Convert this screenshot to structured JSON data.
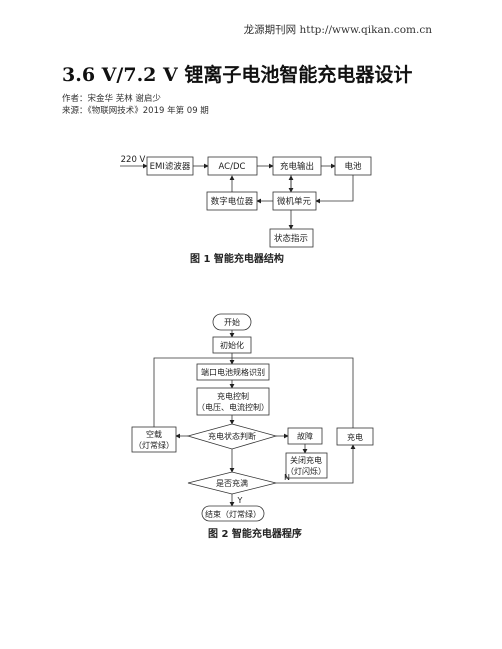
{
  "header": {
    "site": "龙源期刊网 http://www.qikan.com.cn"
  },
  "article": {
    "title": "3.6 V/7.2 V 锂离子电池智能充电器设计",
    "authors": "作者：宋金华  芜林  谢启少",
    "source": "来源：《物联网技术》2019 年第 09 期"
  },
  "figure1": {
    "input_label": "220 V",
    "boxes": {
      "emi": "EMI滤波器",
      "acdc": "AC/DC",
      "charge_out": "充电输出",
      "battery": "电池",
      "digital_pot": "数字电位器",
      "mcu": "微机单元",
      "status": "状态指示"
    },
    "caption": "图 1    智能充电器结构"
  },
  "figure2": {
    "boxes": {
      "start": "开始",
      "init": "初始化",
      "port_detect": "端口电池规格识别",
      "ctrl_1": "充电控制",
      "ctrl_2": "（电压、电流控制）",
      "state_judge": "充电状态判断",
      "fault": "故障",
      "charging": "充电",
      "idle_1": "空载",
      "idle_2": "（灯常绿）",
      "shutdown_1": "关闭充电",
      "shutdown_2": "（灯闪烁）",
      "full_check": "是否充满",
      "end": "结束（灯常绿）"
    },
    "labels": {
      "no": "N",
      "yes": "Y"
    },
    "caption": "图 2    智能充电器程序"
  }
}
